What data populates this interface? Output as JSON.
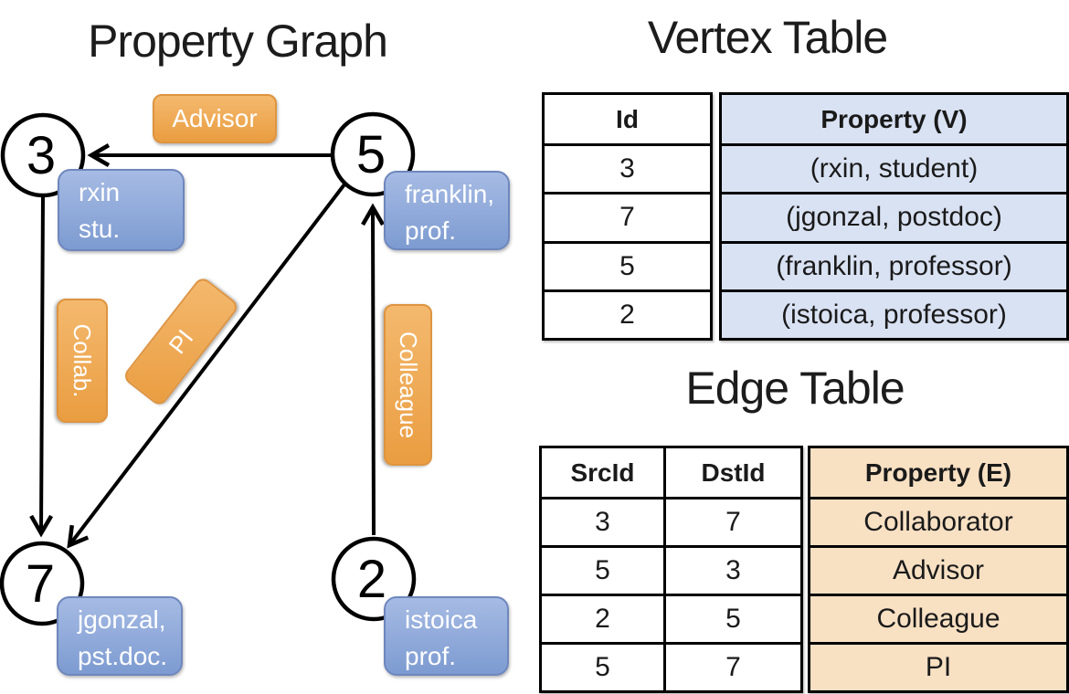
{
  "graph": {
    "title": "Property Graph",
    "nodes": [
      {
        "id": "3",
        "property_lines": [
          "rxin",
          "stu."
        ]
      },
      {
        "id": "5",
        "property_lines": [
          "franklin,",
          "prof."
        ]
      },
      {
        "id": "7",
        "property_lines": [
          "jgonzal,",
          "pst.doc."
        ]
      },
      {
        "id": "2",
        "property_lines": [
          "istoica",
          "prof."
        ]
      }
    ],
    "edges": [
      {
        "label": "Advisor",
        "src": "5",
        "dst": "3"
      },
      {
        "label": "Collab.",
        "src": "3",
        "dst": "7"
      },
      {
        "label": "PI",
        "src": "5",
        "dst": "7"
      },
      {
        "label": "Colleague",
        "src": "2",
        "dst": "5"
      }
    ]
  },
  "vertex_table": {
    "title": "Vertex Table",
    "columns": [
      "Id",
      "Property (V)"
    ],
    "rows": [
      [
        "3",
        "(rxin, student)"
      ],
      [
        "7",
        "(jgonzal, postdoc)"
      ],
      [
        "5",
        "(franklin, professor)"
      ],
      [
        "2",
        "(istoica, professor)"
      ]
    ]
  },
  "edge_table": {
    "title": "Edge Table",
    "columns": [
      "SrcId",
      "DstId",
      "Property (E)"
    ],
    "rows": [
      [
        "3",
        "7",
        "Collaborator"
      ],
      [
        "5",
        "3",
        "Advisor"
      ],
      [
        "2",
        "5",
        "Colleague"
      ],
      [
        "5",
        "7",
        "PI"
      ]
    ]
  },
  "colors": {
    "edge_label_fill": "#EFA94E",
    "vertex_property_fill": "#84A1D6",
    "vertex_table_cell_fill": "#D9E2F3",
    "edge_table_cell_fill": "#F8E0C3",
    "line": "#000000"
  }
}
